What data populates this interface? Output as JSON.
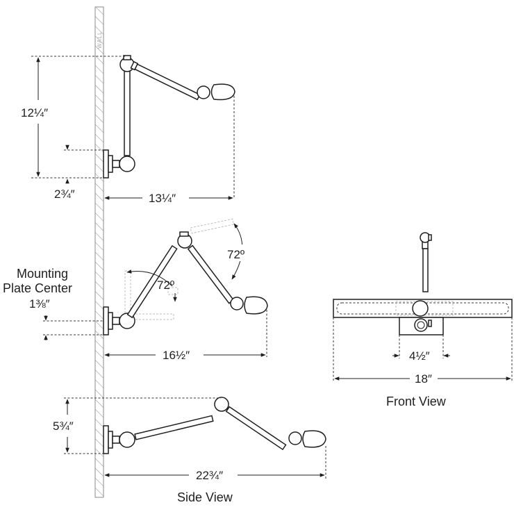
{
  "wall_label": "WALL",
  "dims": {
    "top_height": "12¼″",
    "top_base": "2¾″",
    "top_extension": "13¼″",
    "mid_upper_angle": "72º",
    "mid_lower_angle": "72º",
    "mid_offset": "1⅜″",
    "mid_extension": "16½″",
    "bottom_height": "5¾″",
    "bottom_extension": "22¾″",
    "front_plate_width": "4½″",
    "front_overall_width": "18″"
  },
  "labels": {
    "mounting_line1": "Mounting",
    "mounting_line2": "Plate Center",
    "side_view": "Side View",
    "front_view": "Front View"
  }
}
